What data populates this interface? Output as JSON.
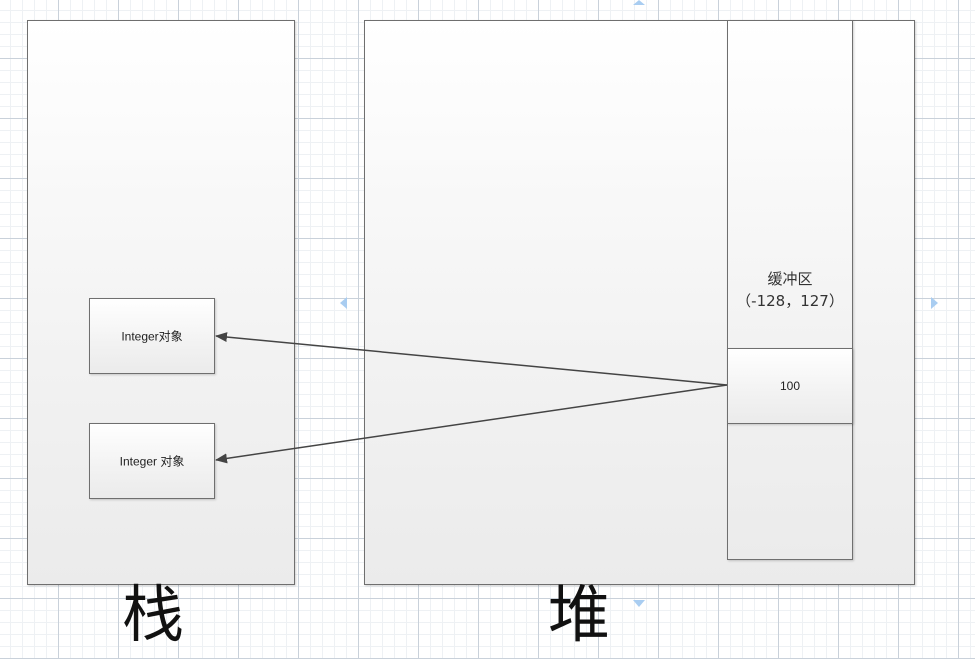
{
  "stack": {
    "title": "栈",
    "boxes": [
      {
        "label": "Integer对象"
      },
      {
        "label": "Integer 对象"
      }
    ]
  },
  "heap": {
    "title": "堆",
    "buffer": {
      "label_line1": "缓冲区",
      "label_line2": "（-128，127）",
      "cell_value": "100"
    }
  },
  "colors": {
    "arrow": "#444444",
    "border": "#6f6f6f",
    "selection_handle": "#a9cdf1"
  }
}
